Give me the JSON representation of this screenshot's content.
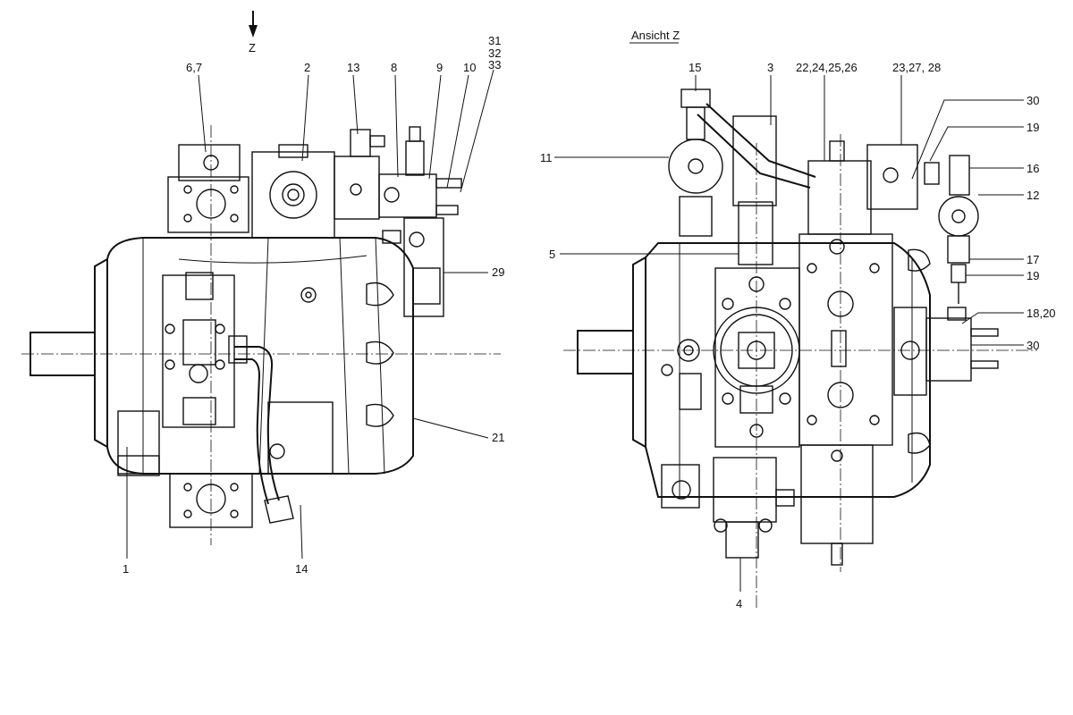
{
  "view_direction": {
    "arrow_label": "Z"
  },
  "view_title": "Ansicht Z",
  "left_view_labels": {
    "l1": "1",
    "l2": "2",
    "l67": "6,7",
    "l8": "8",
    "l9": "9",
    "l10": "10",
    "l13": "13",
    "l14": "14",
    "l21": "21",
    "l29": "29",
    "l31": "31",
    "l32": "32",
    "l33": "33"
  },
  "right_view_labels": {
    "r3": "3",
    "r4": "4",
    "r5": "5",
    "r11": "11",
    "r12": "12",
    "r15": "15",
    "r16": "16",
    "r17": "17",
    "r18_20": "18,20",
    "r19a": "19",
    "r19b": "19",
    "r22_26": "22,24,25,26",
    "r23_28": "23,27, 28",
    "r30a": "30",
    "r30b": "30"
  }
}
